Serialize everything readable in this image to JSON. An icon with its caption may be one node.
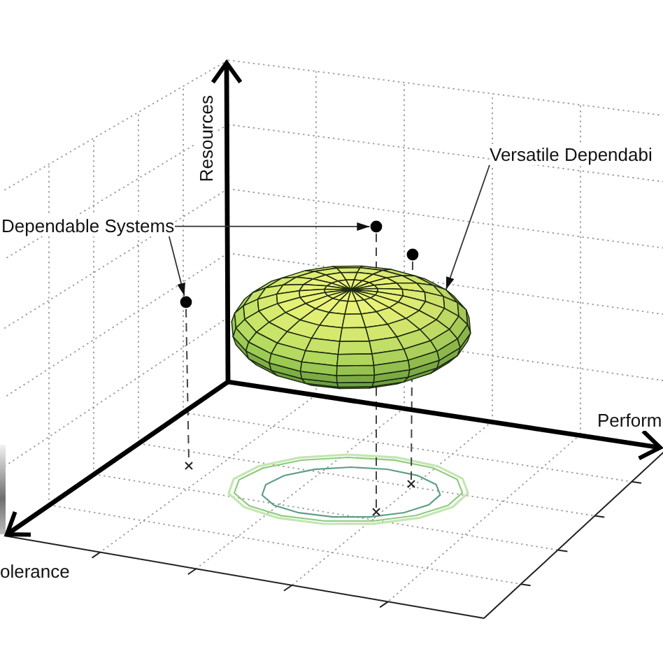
{
  "diagram": {
    "nodes": [
      {
        "text": [
          "Dependable Systems"
        ]
      },
      {
        "text": [],
        "shape": "circle"
      },
      {
        "text": [],
        "shape": "circle"
      },
      {
        "text": [
          "Versatile Dependabi"
        ]
      },
      {
        "text": [],
        "shape": "ellipsoid"
      }
    ],
    "edges": [
      {
        "from": 0,
        "to": 2,
        "arrow": "to"
      },
      {
        "from": 0,
        "to": 1,
        "arrow": "to"
      },
      {
        "from": 3,
        "to": 4,
        "arrow": "to"
      }
    ],
    "labels": [
      "Resources",
      "Perform",
      "olerance"
    ]
  }
}
